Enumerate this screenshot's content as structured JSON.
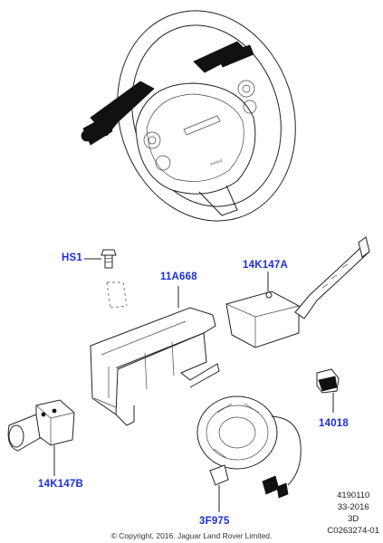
{
  "parts": [
    {
      "id": "HS1"
    },
    {
      "id": "11A668"
    },
    {
      "id": "14K147A"
    },
    {
      "id": "14018"
    },
    {
      "id": "14K147B"
    },
    {
      "id": "3F975"
    }
  ],
  "reference": {
    "line1": "4190110",
    "line2": "33-2016",
    "line3": "3D",
    "line4": "C0263274-01"
  },
  "copyright": "© Copyright, 2016. Jaguar Land Rover Limited.",
  "colors": {
    "callout": "#1b2fd6",
    "line": "#222222"
  }
}
